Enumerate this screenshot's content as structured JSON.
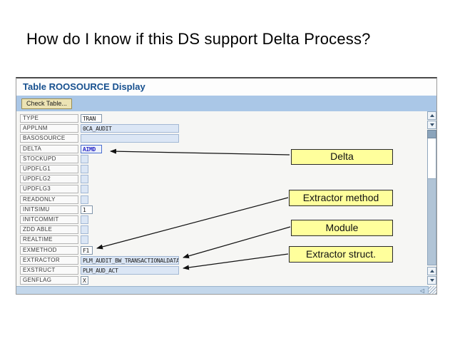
{
  "slide": {
    "title": "How do I know if this DS support Delta Process?"
  },
  "sap_window": {
    "title": "Table ROOSOURCE Display",
    "toolbar": {
      "check_table_label": "Check Table..."
    },
    "fields": [
      {
        "label": "TYPE",
        "value": "TRAN"
      },
      {
        "label": "APPLNM",
        "value": "0CA_AUDIT"
      },
      {
        "label": "BASOSOURCE",
        "value": ""
      },
      {
        "label": "DELTA",
        "value": "AIMD"
      },
      {
        "label": "STOCKUPD",
        "value": ""
      },
      {
        "label": "UPDFLG1",
        "value": ""
      },
      {
        "label": "UPDFLG2",
        "value": ""
      },
      {
        "label": "UPDFLG3",
        "value": ""
      },
      {
        "label": "READONLY",
        "value": ""
      },
      {
        "label": "INITSIMU",
        "value": "1"
      },
      {
        "label": "INITCOMMIT",
        "value": ""
      },
      {
        "label": "ZDD ABLE",
        "value": ""
      },
      {
        "label": "REALTIME",
        "value": ""
      },
      {
        "label": "EXMETHOD",
        "value": "F1"
      },
      {
        "label": "EXTRACTOR",
        "value": "PLM_AUDIT_BW_TRANSACTIONALDATA"
      },
      {
        "label": "EXSTRUCT",
        "value": "PLM_AUD_ACT"
      },
      {
        "label": "GENFLAG",
        "value": "X"
      }
    ]
  },
  "callouts": [
    {
      "label": "Delta"
    },
    {
      "label": "Extractor method"
    },
    {
      "label": "Module"
    },
    {
      "label": "Extractor struct."
    }
  ],
  "icons": {
    "scroll_left_glyph": "◁"
  },
  "colors": {
    "callout_bg": "#ffff9c",
    "toolbar_bg": "#aac7e7",
    "field_bg": "#dbe6f5",
    "window_title_text": "#17508f",
    "focused_value_text": "#2a2ac8"
  }
}
